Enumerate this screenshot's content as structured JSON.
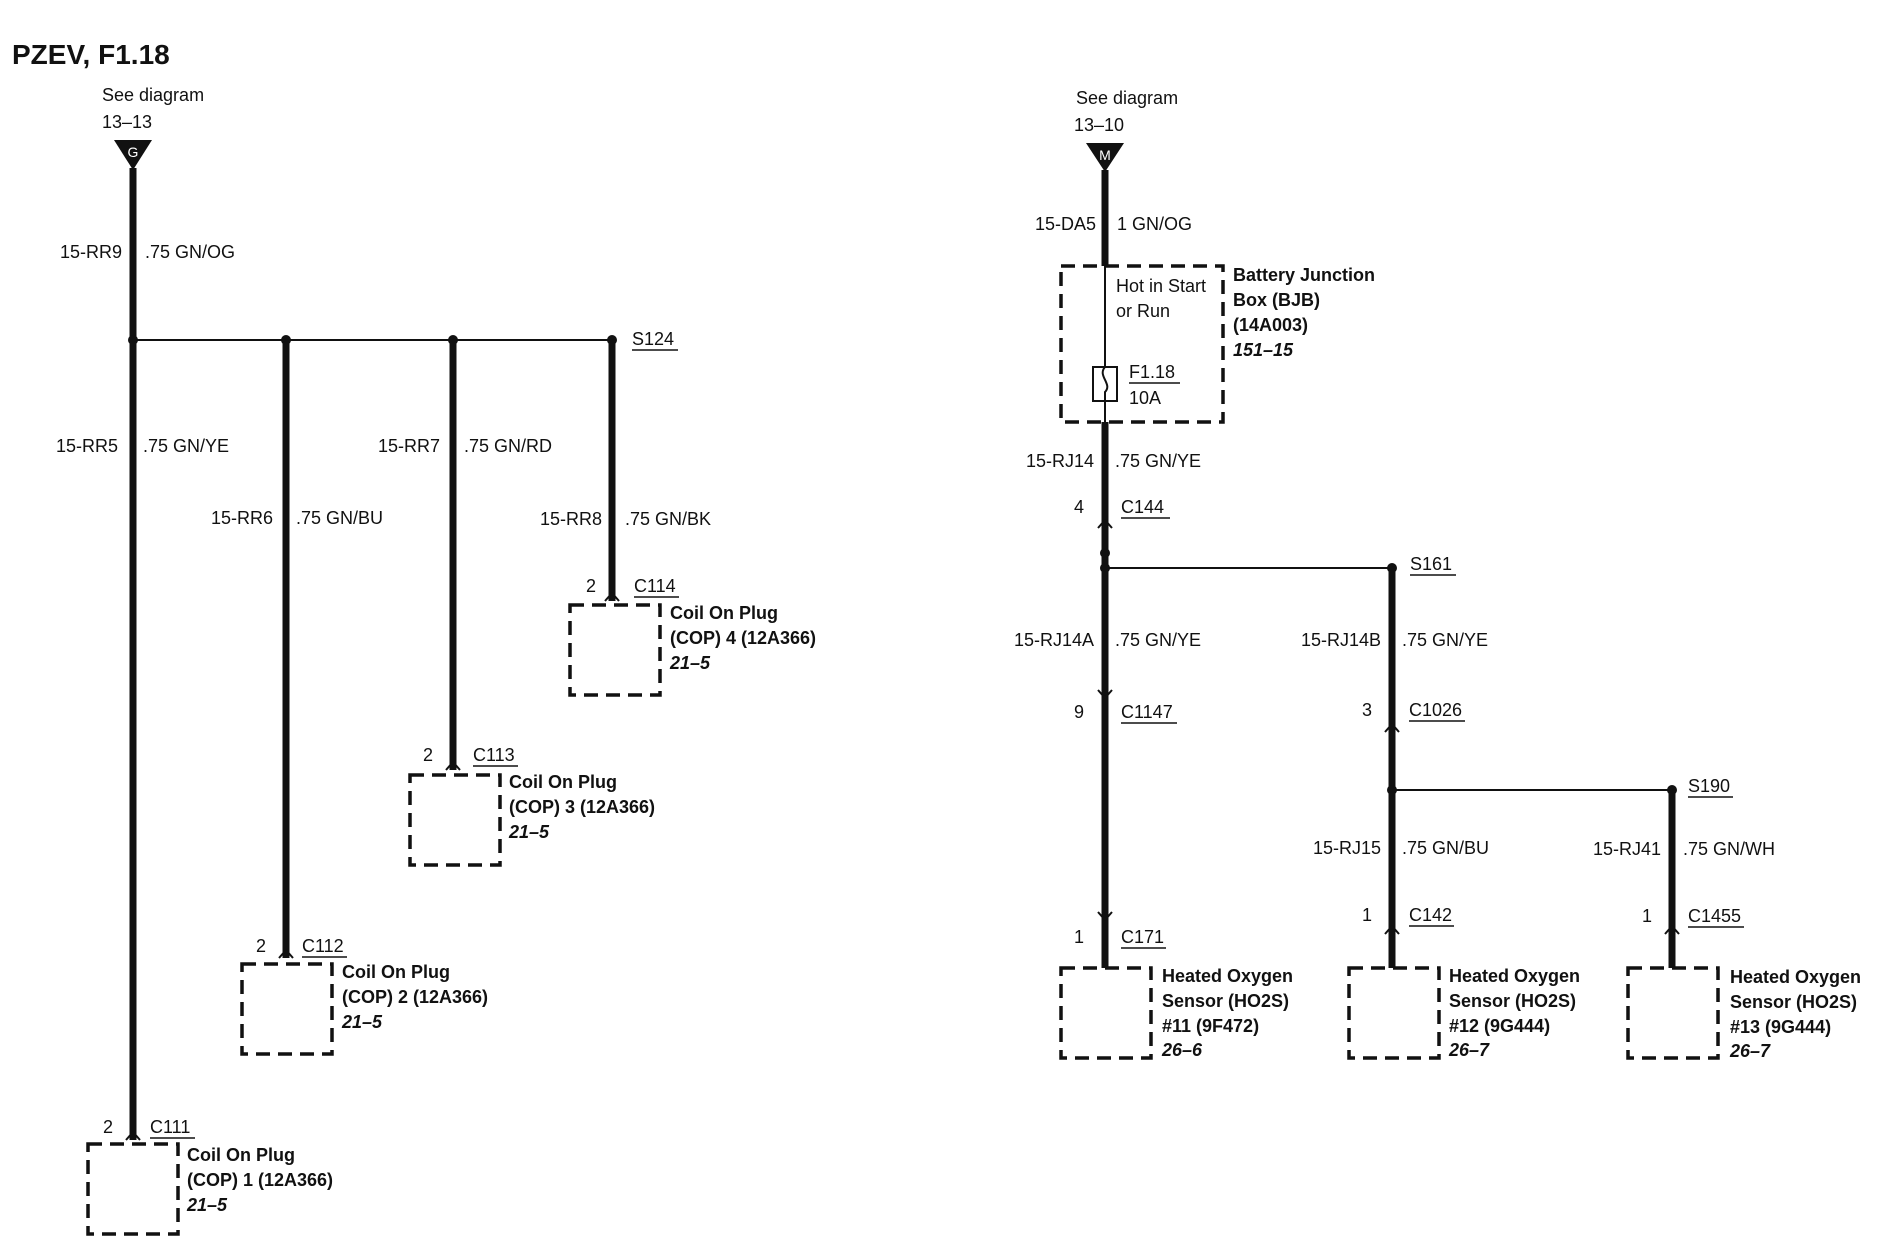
{
  "title": "PZEV, F1.18",
  "left": {
    "ref_text": "See diagram",
    "ref_num": "13–13",
    "ref_letter": "G",
    "main_wire": "15-RR9",
    "main_wire_spec": ".75 GN/OG",
    "splice": "S124",
    "branches": [
      {
        "wire": "15-RR5",
        "spec": ".75 GN/YE",
        "pin": "2",
        "connector": "C111",
        "name1": "Coil On Plug",
        "name2": "(COP) 1 (12A366)",
        "ref": "21–5"
      },
      {
        "wire": "15-RR6",
        "spec": ".75 GN/BU",
        "pin": "2",
        "connector": "C112",
        "name1": "Coil On Plug",
        "name2": "(COP) 2 (12A366)",
        "ref": "21–5"
      },
      {
        "wire": "15-RR7",
        "spec": ".75 GN/RD",
        "pin": "2",
        "connector": "C113",
        "name1": "Coil On Plug",
        "name2": "(COP) 3 (12A366)",
        "ref": "21–5"
      },
      {
        "wire": "15-RR8",
        "spec": ".75 GN/BK",
        "pin": "2",
        "connector": "C114",
        "name1": "Coil On Plug",
        "name2": "(COP) 4 (12A366)",
        "ref": "21–5"
      }
    ]
  },
  "right": {
    "ref_text": "See diagram",
    "ref_num": "13–10",
    "ref_letter": "M",
    "main_wire": "15-DA5",
    "main_wire_spec": "1 GN/OG",
    "bjb": {
      "hot1": "Hot in Start",
      "hot2": "or Run",
      "fuse": "F1.18",
      "rating": "10A",
      "name1": "Battery Junction",
      "name2": "Box (BJB)",
      "name3": "(14A003)",
      "ref": "151–15"
    },
    "out_wire": "15-RJ14",
    "out_spec": ".75 GN/YE",
    "c144_pin": "4",
    "c144": "C144",
    "s161": "S161",
    "wire_a": "15-RJ14A",
    "wire_a_spec": ".75 GN/YE",
    "c1147_pin": "9",
    "c1147": "C1147",
    "wire_b": "15-RJ14B",
    "wire_b_spec": ".75 GN/YE",
    "c1026_pin": "3",
    "c1026": "C1026",
    "s190": "S190",
    "wire_15": "15-RJ15",
    "wire_15_spec": ".75 GN/BU",
    "wire_41": "15-RJ41",
    "wire_41_spec": ".75 GN/WH",
    "sensors": [
      {
        "pin": "1",
        "connector": "C171",
        "name1": "Heated Oxygen",
        "name2": "Sensor (HO2S)",
        "name3": "#11 (9F472)",
        "ref": "26–6"
      },
      {
        "pin": "1",
        "connector": "C142",
        "name1": "Heated Oxygen",
        "name2": "Sensor (HO2S)",
        "name3": "#12 (9G444)",
        "ref": "26–7"
      },
      {
        "pin": "1",
        "connector": "C1455",
        "name1": "Heated Oxygen",
        "name2": "Sensor (HO2S)",
        "name3": "#13 (9G444)",
        "ref": "26–7"
      }
    ]
  }
}
